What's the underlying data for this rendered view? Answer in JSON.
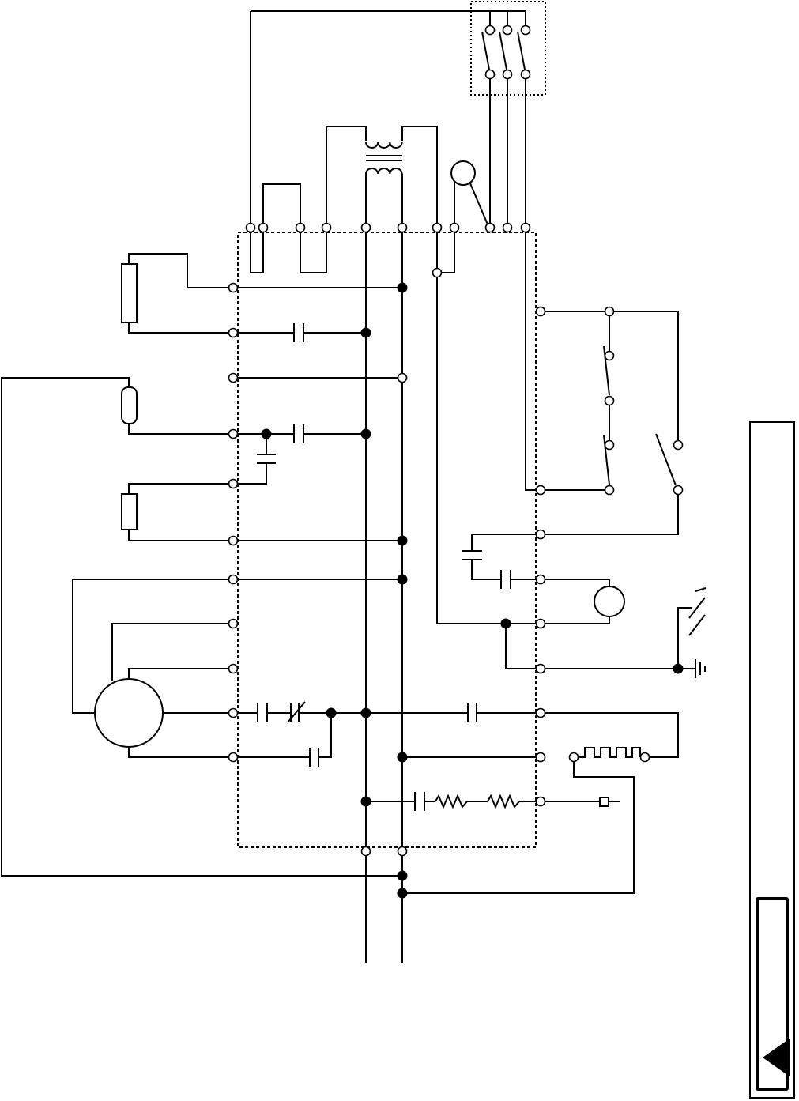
{
  "diagram": {
    "components": [
      "three-pole-switch",
      "transformer",
      "indicator-lamp",
      "fuse",
      "resistor",
      "capacitor",
      "variable-capacitor",
      "motor",
      "heating-element",
      "ground",
      "terminal-block"
    ]
  },
  "side_panel": {
    "control": "scroll-back-arrow-icon"
  }
}
